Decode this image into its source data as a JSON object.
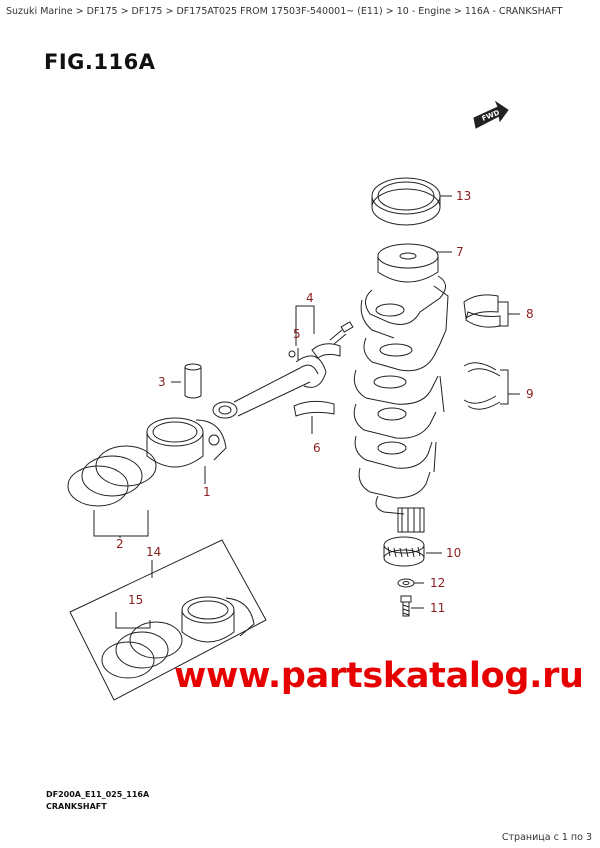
{
  "breadcrumb": "Suzuki Marine > DF175 > DF175 > DF175AT025 FROM 17503F-540001~ (E11) > 10 - Engine > 116A - CRANKSHAFT",
  "figure_title": "FIG.116A",
  "fwd_label": "FWD",
  "callouts": [
    "1",
    "2",
    "3",
    "4",
    "5",
    "6",
    "7",
    "8",
    "9",
    "10",
    "11",
    "12",
    "13",
    "14",
    "15"
  ],
  "drawing_code": "DF200A_E11_025_116A",
  "drawing_subtitle": "CRANKSHAFT",
  "watermark": "www.partskatalog.ru",
  "pagination": "Страница с 1 по 3",
  "colors": {
    "callout": "#8b1e1e",
    "watermark": "#e60000",
    "line": "#222222"
  }
}
